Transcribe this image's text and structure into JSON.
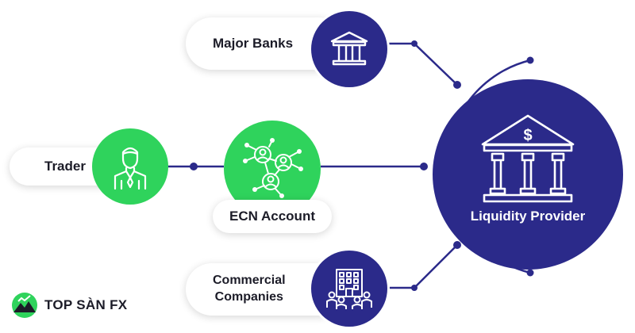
{
  "nodes": {
    "major_banks": "Major Banks",
    "trader": "Trader",
    "ecn_account": "ECN Account",
    "commercial_line1": "Commercial",
    "commercial_line2": "Companies",
    "liquidity_provider": "Liquidity Provider"
  },
  "brand": {
    "name": "TOP SÀN FX"
  },
  "colors": {
    "navy": "#2b2a8a",
    "green": "#2fd35c",
    "text": "#1c1c28"
  },
  "icons": {
    "major_banks": "bank-icon",
    "trader": "person-icon",
    "ecn": "network-icon",
    "commercial": "building-icon",
    "liquidity": "bank-dollar-icon",
    "brand": "mountain-logo-icon"
  }
}
